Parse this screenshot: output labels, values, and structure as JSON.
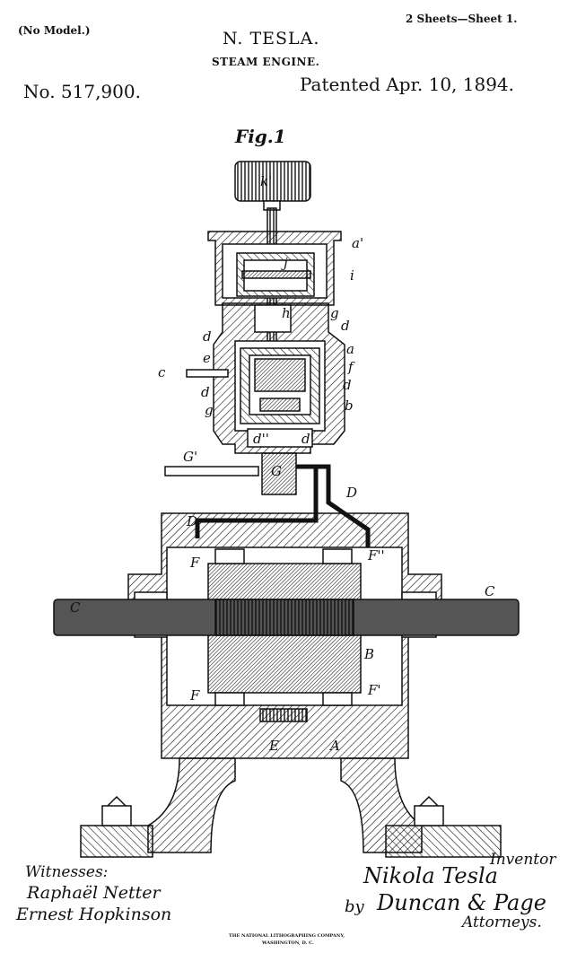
{
  "header": {
    "no_model": "(No Model.)",
    "sheets": "2 Sheets—Sheet 1.",
    "inventor": "N. TESLA.",
    "title": "STEAM ENGINE.",
    "patent_number": "No. 517,900.",
    "patented": "Patented Apr. 10, 1894."
  },
  "figure": {
    "label": "Fig.1",
    "parts": {
      "k1": "k'",
      "a1": "a'",
      "i": "i",
      "j": "j",
      "h": "h",
      "g_top": "g",
      "d_top_right": "d",
      "d_top_left": "d",
      "a": "a",
      "e": "e",
      "f": "f",
      "c": "c",
      "d_mid_left": "d",
      "d_mid_right": "d",
      "b": "b",
      "g_bottom": "g",
      "d2": "d''",
      "d1": "d'",
      "G1": "G'",
      "G": "G",
      "D_left": "D",
      "D_right": "D",
      "F_top": "F",
      "F2": "F''",
      "C_left": "C",
      "C_right": "C",
      "B": "B",
      "F_bottom": "F",
      "F1": "F'",
      "E": "E",
      "A": "A"
    }
  },
  "footer": {
    "witnesses_label": "Witnesses:",
    "witness_1": "Raphaël Netter",
    "witness_2": "Ernest Hopkinson",
    "inventor_label": "Inventor",
    "inventor_signature": "Nikola Tesla",
    "by": "by",
    "attorneys_signature": "Duncan & Page",
    "attorneys_label": "Attorneys.",
    "printer_line_1": "THE NATIONAL LITHOGRAPHING COMPANY,",
    "printer_line_2": "WASHINGTON, D. C."
  }
}
